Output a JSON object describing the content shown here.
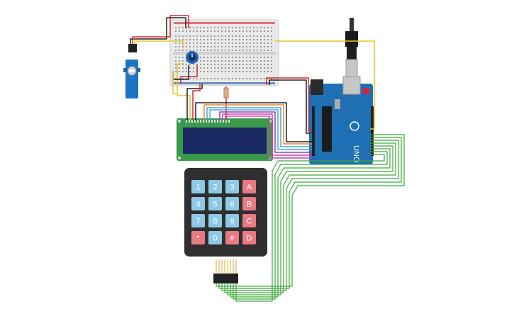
{
  "keypad": {
    "rows": [
      [
        "1",
        "2",
        "3",
        "A"
      ],
      [
        "4",
        "5",
        "6",
        "B"
      ],
      [
        "7",
        "8",
        "9",
        "C"
      ],
      [
        "*",
        "0",
        "#",
        "D"
      ]
    ]
  },
  "arduino": {
    "model": "UNO"
  },
  "colors": {
    "key_blue": "#8ec9e6",
    "key_red": "#e97a80",
    "keypad_body": "#2f2f31",
    "board": "#1f6fb4",
    "lcd_pcb": "#3a9a4c",
    "lcd_screen": "#1b2a63",
    "servo": "#1d74c6",
    "wire_green": "#3aa83a",
    "wire_red": "#d8262f",
    "wire_black": "#202020",
    "wire_yellow": "#e8c32a",
    "wire_orange": "#e98a25",
    "wire_purple": "#9a3fb5",
    "wire_magenta": "#d03fae",
    "wire_blue": "#4aa6d8"
  }
}
